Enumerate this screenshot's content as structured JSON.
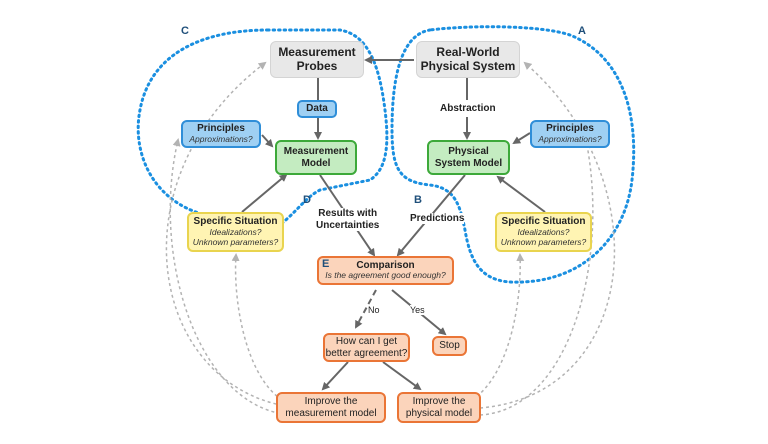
{
  "regions": {
    "A": "A",
    "B": "B",
    "C": "C",
    "D": "D",
    "E": "E"
  },
  "nodes": {
    "measurement_probes": "Measurement\nProbes",
    "real_world": "Real-World\nPhysical System",
    "data": "Data",
    "abstraction": "Abstraction",
    "principles_left": {
      "title": "Principles",
      "sub": "Approximations?"
    },
    "principles_right": {
      "title": "Principles",
      "sub": "Approximations?"
    },
    "measurement_model": "Measurement\nModel",
    "physical_model": "Physical\nSystem Model",
    "results_label": "Results with\nUncertainties",
    "predictions_label": "Predictions",
    "specific_left": {
      "title": "Specific Situation",
      "sub1": "Idealizations?",
      "sub2": "Unknown parameters?"
    },
    "specific_right": {
      "title": "Specific Situation",
      "sub1": "Idealizations?",
      "sub2": "Unknown parameters?"
    },
    "comparison": {
      "title": "Comparison",
      "sub": "Is the agreement good enough?"
    },
    "no_label": "No",
    "yes_label": "Yes",
    "better_agreement": "How can I get\nbetter agreement?",
    "stop": "Stop",
    "improve_measurement": "Improve the\nmeasurement model",
    "improve_physical": "Improve the\nphysical model"
  },
  "colors": {
    "dotted_region": "#1a8fe0",
    "arrow": "#666666",
    "feedback_arrow": "#b0b0b0"
  }
}
